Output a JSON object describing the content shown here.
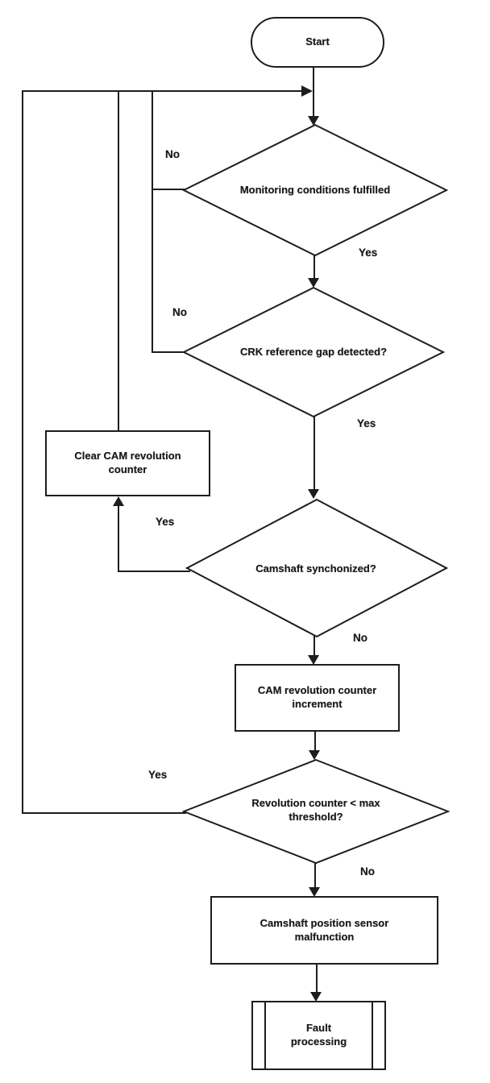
{
  "flowchart": {
    "nodes": {
      "start": {
        "type": "terminator",
        "label": "Start"
      },
      "monitoring": {
        "type": "decision",
        "label": "Monitoring conditions fulfilled"
      },
      "crk_gap": {
        "type": "decision",
        "label": "CRK reference gap detected?"
      },
      "clear_counter": {
        "type": "process",
        "label": "Clear CAM revolution counter"
      },
      "camshaft_sync": {
        "type": "decision",
        "label": "Camshaft synchonized?"
      },
      "counter_increment": {
        "type": "process",
        "label": "CAM revolution counter increment"
      },
      "revolution_threshold": {
        "type": "decision",
        "label": "Revolution counter < max threshold?"
      },
      "sensor_malfunction": {
        "type": "process",
        "label": "Camshaft position sensor malfunction"
      },
      "fault_processing": {
        "type": "predefined-process",
        "label": "Fault processing"
      }
    },
    "edge_labels": {
      "monitoring_no": "No",
      "monitoring_yes": "Yes",
      "crk_no": "No",
      "crk_yes": "Yes",
      "sync_yes": "Yes",
      "sync_no": "No",
      "threshold_yes": "Yes",
      "threshold_no": "No"
    },
    "colors": {
      "line": "#1d1d1d",
      "text": "#1a1a1a",
      "background": "#ffffff"
    }
  }
}
